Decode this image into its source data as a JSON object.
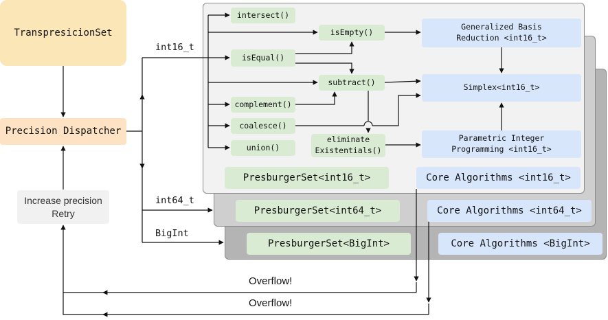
{
  "left": {
    "transprecision_set": "TranspresicionSet",
    "precision_dispatcher": "Precision Dispatcher",
    "increase_precision": [
      "Increase precision",
      "Retry"
    ]
  },
  "paths": {
    "int16": "int16_t",
    "int64": "int64_t",
    "bigint": "BigInt"
  },
  "ops": {
    "intersect": "intersect()",
    "isEmpty": "isEmpty()",
    "isEqual": "isEqual()",
    "subtract": "subtract()",
    "complement": "complement()",
    "coalesce": "coalesce()",
    "eliminate": [
      "eliminate",
      "Existentials()"
    ],
    "union": "union()"
  },
  "algorithms": {
    "gbr": [
      "Generalized Basis",
      "Reduction <int16_t>"
    ],
    "simplex": "Simplex<int16_t>",
    "pip": [
      "Parametric Integer",
      "Programming <int16_t>"
    ]
  },
  "layers": {
    "int16": {
      "set": "PresburgerSet<int16_t>",
      "core": "Core Algorithms <int16_t>"
    },
    "int64": {
      "set": "PresburgerSet<int64_t>",
      "core": "Core Algorithms <int64_t>"
    },
    "bigint": {
      "set": "PresburgerSet<BigInt>",
      "core": "Core Algorithms <BigInt>"
    }
  },
  "overflow": [
    "Overflow!",
    "Overflow!"
  ],
  "colors": {
    "set_box": "#fbe6b8",
    "dispatcher_box": "#fde3c3",
    "green": "#d9ebd3",
    "blue": "#d8e6fb",
    "layer_front": "#f2f2f2",
    "layer_mid": "#cfcfcf",
    "layer_back": "#b4b4b4"
  }
}
